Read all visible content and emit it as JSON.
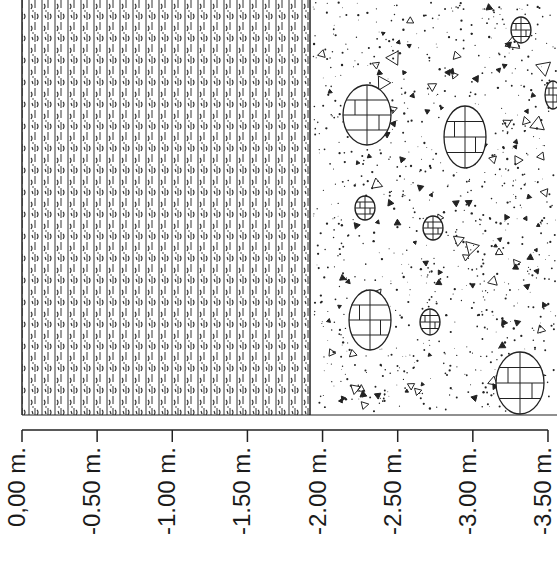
{
  "diagram": {
    "labels": [
      "0,00 m.",
      "-0.50 m.",
      "-1.00 m.",
      "-1.50 m.",
      "-2.00 m.",
      "-2.50 m.",
      "-3.00 m.",
      "-3.50 m."
    ]
  }
}
